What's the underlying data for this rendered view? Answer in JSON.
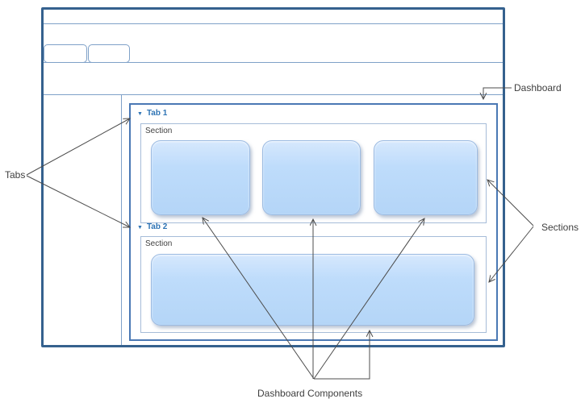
{
  "diagram": {
    "annotations": {
      "tabs_label": "Tabs",
      "dashboard_label": "Dashboard",
      "sections_label": "Sections",
      "components_label": "Dashboard Components"
    },
    "dashboard": {
      "tabs": [
        {
          "label": "Tab 1",
          "collapse_icon": "▼",
          "section_label": "Section",
          "component_count": 3
        },
        {
          "label": "Tab 2",
          "collapse_icon": "▼",
          "section_label": "Section",
          "component_count": 1
        }
      ]
    },
    "colors": {
      "window_frame": "#35618e",
      "dashboard_frame": "#4a78b4",
      "section_border": "#a6bcd8",
      "divider_line": "#7fa1c8",
      "component_fill": "#badcfb",
      "component_border": "#9cbbe2",
      "tab_text": "#2e74b5",
      "annotation_text": "#3f3f3f",
      "arrow": "#4c4c4c"
    }
  }
}
